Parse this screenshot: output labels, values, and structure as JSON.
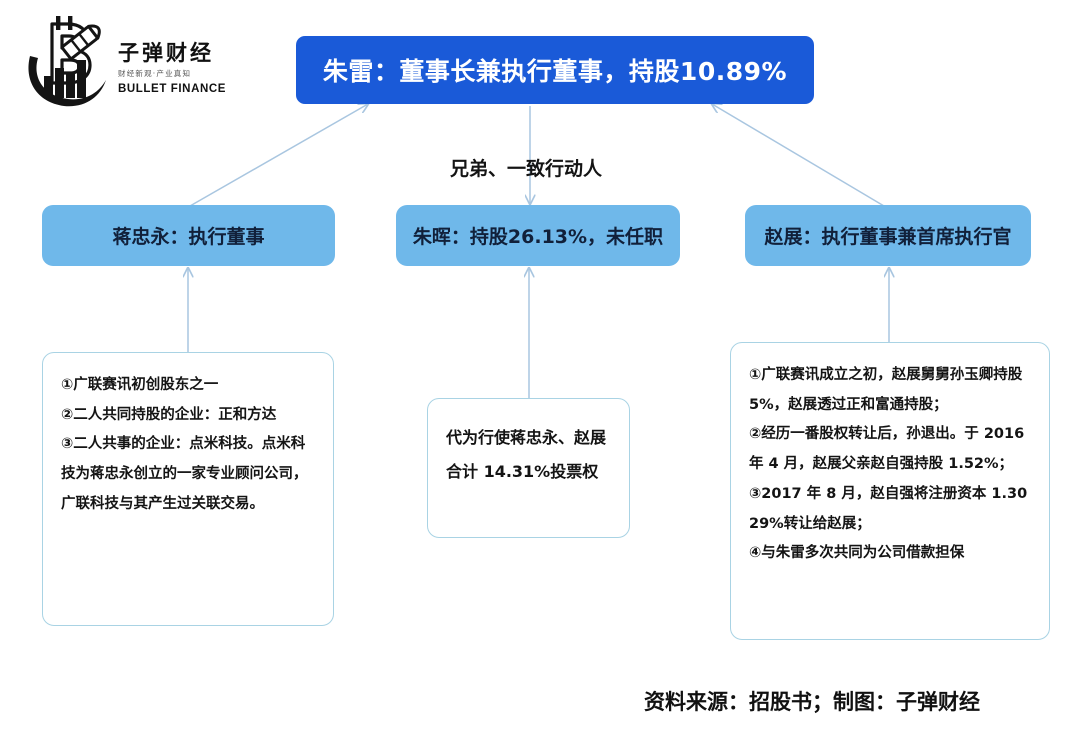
{
  "logo": {
    "name_cn": "子弹财经",
    "tagline_cn": "财经新观·产业真知",
    "name_en": "BULLET FINANCE",
    "icon": "bullet-bitcoin-chart-logo"
  },
  "diagram": {
    "type": "org-relationship-chart",
    "colors": {
      "primary_box": "#1a5ad8",
      "secondary_box": "#6fb8ea",
      "note_border": "#a9d3e4",
      "arrow": "#a9c6e0",
      "text_dark": "#141414",
      "text_light": "#ffffff"
    },
    "top_node": {
      "label": "朱雷：董事长兼执行董事，持股10.89%",
      "person": "朱雷",
      "role": "董事长兼执行董事",
      "shareholding": "10.89%"
    },
    "middle_nodes": [
      {
        "label": "蒋忠永：执行董事",
        "person": "蒋忠永",
        "role": "执行董事"
      },
      {
        "label": "朱晖：持股26.13%，未任职",
        "person": "朱晖",
        "role": "未任职",
        "shareholding": "26.13%"
      },
      {
        "label": "赵展：执行董事兼首席执行官",
        "person": "赵展",
        "role": "执行董事兼首席执行官"
      }
    ],
    "center_relation_label": "兄弟、一致行动人",
    "note_left": "①广联赛讯初创股东之一\n②二人共同持股的企业：正和方达\n③二人共事的企业：点米科技。点米科技为蒋忠永创立的一家专业顾问公司，广联科技与其产生过关联交易。",
    "note_center": "代为行使蒋忠永、赵展合计 14.31%投票权",
    "note_right": "①广联赛讯成立之初，赵展舅舅孙玉卿持股 5%，赵展透过正和富通持股；\n②经历一番股权转让后，孙退出。于 2016年 4 月，赵展父亲赵自强持股 1.52%；\n③2017 年 8 月，赵自强将注册资本 1.3029%转让给赵展；\n④与朱雷多次共同为公司借款担保"
  },
  "footer": {
    "source_line": "资料来源：招股书；制图：子弹财经"
  }
}
